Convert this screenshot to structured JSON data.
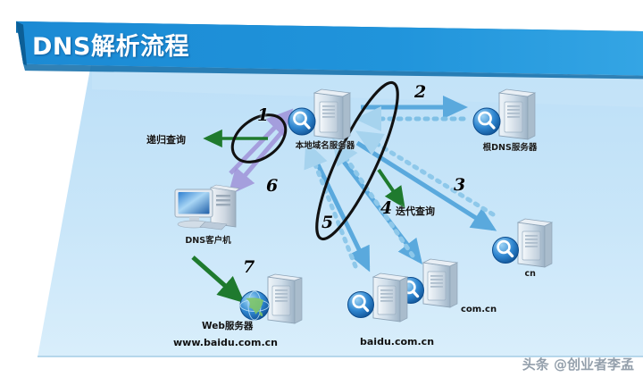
{
  "slide": {
    "title": "DNS解析流程",
    "banner_color": "#1f8fd6",
    "banner_shadow_color": "#0d6fae",
    "panel_color_top": "#bfe0f7",
    "panel_color_bottom": "#d6ecfa"
  },
  "nodes": {
    "client": {
      "label": "DNS客户机",
      "icon": "desktop-computer-icon"
    },
    "local_dns": {
      "label": "本地域名服务器",
      "icon": "server-search-icon"
    },
    "root_dns": {
      "label": "根DNS服务器",
      "icon": "server-search-icon"
    },
    "cn": {
      "label": "cn",
      "icon": "server-search-icon"
    },
    "com_cn": {
      "label": "com.cn",
      "icon": "server-search-icon"
    },
    "baidu_com_cn": {
      "label": "baidu.com.cn",
      "icon": "server-search-icon"
    },
    "web_server": {
      "label": "Web服务器",
      "url": "www.baidu.com.cn",
      "icon": "server-globe-icon"
    }
  },
  "captions": {
    "recursive": "递归查询",
    "iterative": "迭代查询"
  },
  "steps": {
    "s1": "1",
    "s2": "2",
    "s3": "3",
    "s4": "4",
    "s5": "5",
    "s6": "6",
    "s7": "7"
  },
  "watermark": "头条 @创业者李孟",
  "colors": {
    "arrow_blue": "#5aa9dd",
    "arrow_blue_light": "#9ccdea",
    "arrow_purple": "#9b8fd4",
    "arrow_green": "#1f7a2e",
    "ellipse_black": "#111111"
  }
}
